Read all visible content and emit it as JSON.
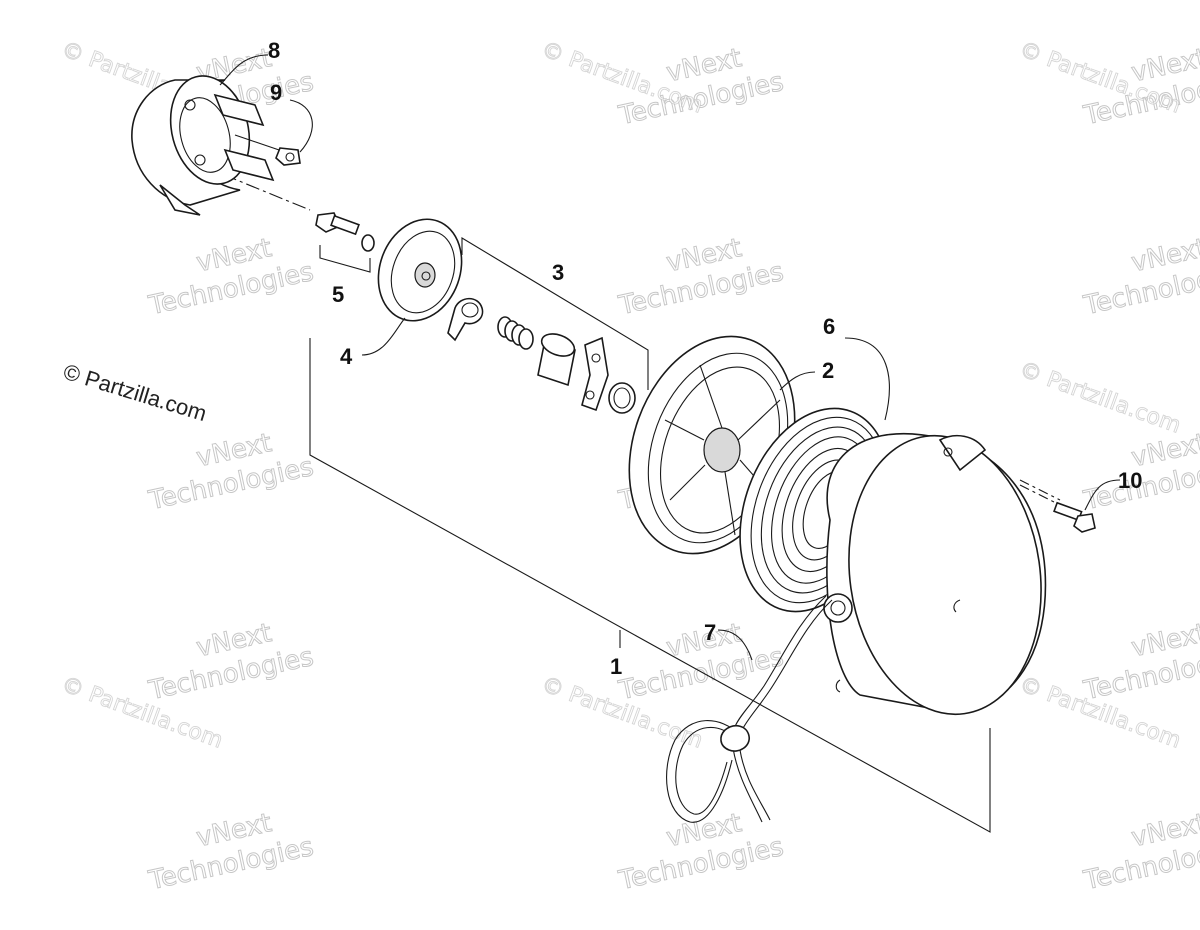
{
  "callouts": {
    "c1": "1",
    "c2": "2",
    "c3": "3",
    "c4": "4",
    "c5": "5",
    "c6": "6",
    "c7": "7",
    "c8": "8",
    "c9": "9",
    "c10": "10"
  },
  "copyright": "© Partzilla.com",
  "watermarks": {
    "vnext": "vNext",
    "technologies": "Technologies",
    "partzilla": "© Partzilla.com"
  }
}
